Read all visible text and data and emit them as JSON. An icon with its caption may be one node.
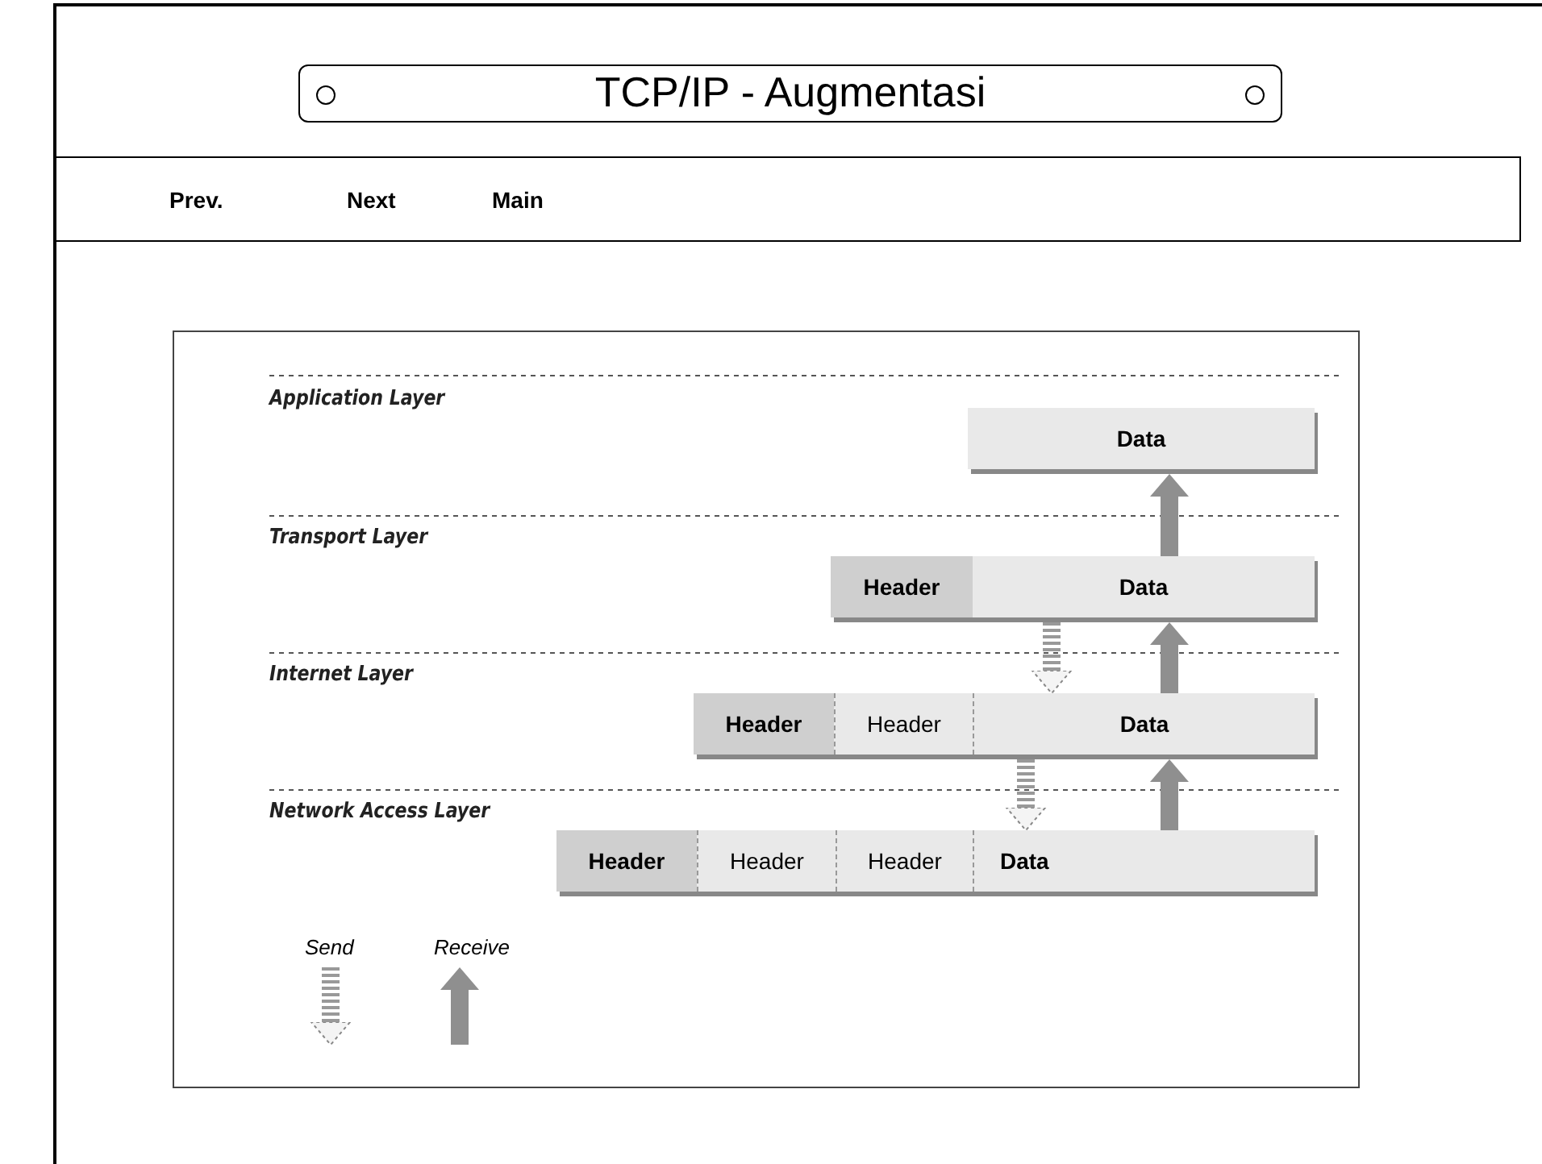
{
  "diagram": {
    "title": "TCP/IP - Augmentasi",
    "nodes": [
      {
        "text": [
          "Data"
        ]
      },
      {
        "text": [
          "Header",
          "Data"
        ]
      },
      {
        "text": [
          "Header",
          "Header",
          "Data"
        ]
      },
      {
        "text": [
          "Header",
          "Header",
          "Header",
          "Data"
        ]
      }
    ],
    "edges": [
      {
        "from": 3,
        "to": 2,
        "arrow": "to"
      },
      {
        "from": 2,
        "to": 1,
        "arrow": "to"
      },
      {
        "from": 1,
        "to": 0,
        "arrow": "to"
      },
      {
        "from": 1,
        "to": 2,
        "arrow": "to",
        "style": "dashed"
      },
      {
        "from": 2,
        "to": 3,
        "arrow": "to",
        "style": "dashed"
      }
    ],
    "labels": [
      "Prev.",
      "Next",
      "Main",
      "Application Layer",
      "Transport Layer",
      "Internet Layer",
      "Network Access Layer"
    ],
    "legend": [
      {
        "text": "Send"
      },
      {
        "text": "Receive"
      }
    ]
  }
}
